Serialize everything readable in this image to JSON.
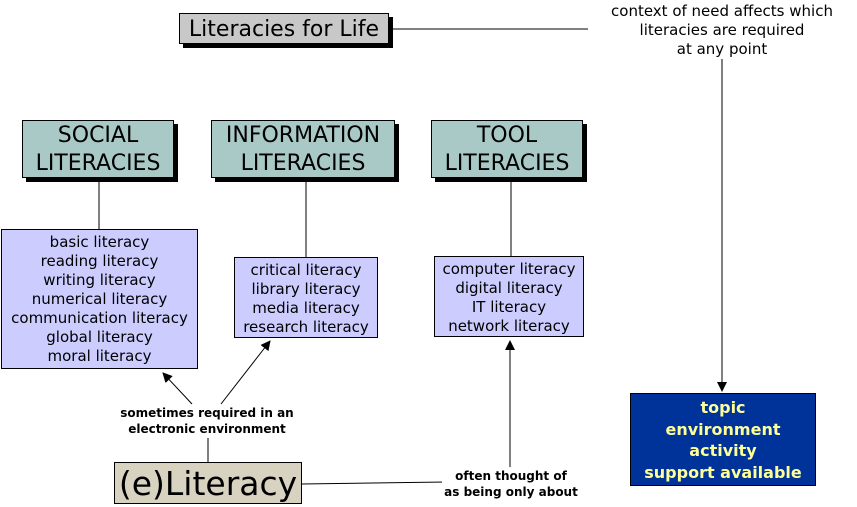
{
  "title": "Literacies for Life",
  "context_note": [
    "context of need affects which",
    "literacies are required",
    "at any point"
  ],
  "categories": [
    {
      "id": "social",
      "lines": [
        "SOCIAL",
        "LITERACIES"
      ],
      "items": [
        "basic literacy",
        "reading literacy",
        "writing literacy",
        "numerical literacy",
        "communication literacy",
        "global literacy",
        "moral literacy"
      ]
    },
    {
      "id": "information",
      "lines": [
        "INFORMATION",
        "LITERACIES"
      ],
      "items": [
        "critical literacy",
        "library literacy",
        "media literacy",
        "research literacy"
      ]
    },
    {
      "id": "tool",
      "lines": [
        "TOOL",
        "LITERACIES"
      ],
      "items": [
        "computer literacy",
        "digital literacy",
        "IT literacy",
        "network literacy"
      ]
    }
  ],
  "eliteracy": "(e)Literacy",
  "note_electronic": [
    "sometimes required in an",
    "electronic environment"
  ],
  "note_often": [
    "often thought of",
    "as being only about"
  ],
  "context_box": [
    "topic",
    "environment",
    "activity",
    "support available"
  ],
  "colors": {
    "category_fill": "#a9c9c6",
    "list_fill": "#ccccff",
    "title_fill": "#c8c8c8",
    "eliteracy_fill": "#d8d2c0",
    "context_box_fill": "#003399",
    "context_box_text": "#ffff99"
  }
}
